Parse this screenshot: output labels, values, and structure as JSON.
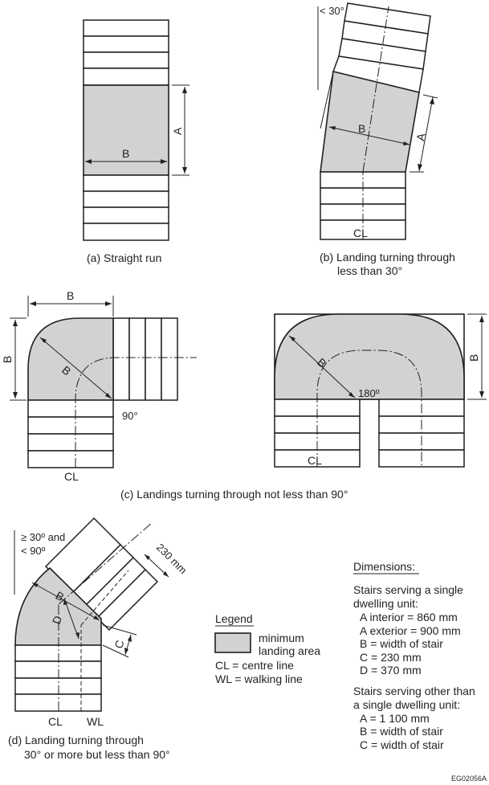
{
  "figures": {
    "a": {
      "caption": "(a) Straight run",
      "label_a": "A",
      "label_b": "B"
    },
    "b": {
      "caption_line1": "(b) Landing turning through",
      "caption_line2": "less than 30°",
      "angle": "< 30°",
      "label_a": "A",
      "label_b": "B",
      "label_cl": "CL"
    },
    "c": {
      "caption": "(c) Landings turning through not less than 90°",
      "left": {
        "label_b_top": "B",
        "label_b_side": "B",
        "label_b_diag": "B",
        "angle": "90°",
        "label_cl": "CL"
      },
      "right": {
        "label_b_side": "B",
        "label_b_diag": "B",
        "angle": "180º",
        "label_cl": "CL"
      }
    },
    "d": {
      "caption_line1": "(d) Landing turning through",
      "caption_line2": "30° or more but less than 90°",
      "angle_line1": "≥ 30º and",
      "angle_line2": "< 90º",
      "tread_dim": "230 mm",
      "label_b": "B",
      "label_c": "C",
      "label_d": "D",
      "label_cl": "CL",
      "label_wl": "WL"
    }
  },
  "legend": {
    "title": "Legend",
    "swatch_line1": "minimum",
    "swatch_line2": "landing area",
    "cl": "CL = centre line",
    "wl": "WL = walking line",
    "swatch_color": "#d1d2d4"
  },
  "dimensions": {
    "title": "Dimensions:",
    "single": [
      "Stairs serving a single",
      "dwelling unit:"
    ],
    "single_items": [
      "A interior = 860 mm",
      "A exterior = 900 mm",
      "B = width of stair",
      "C = 230 mm",
      "D = 370 mm"
    ],
    "other": [
      "Stairs serving other than",
      "a single dwelling unit:"
    ],
    "other_items": [
      "A = 1 100 mm",
      "B = width of stair",
      "C = width of stair"
    ]
  },
  "code": "EG02056A"
}
